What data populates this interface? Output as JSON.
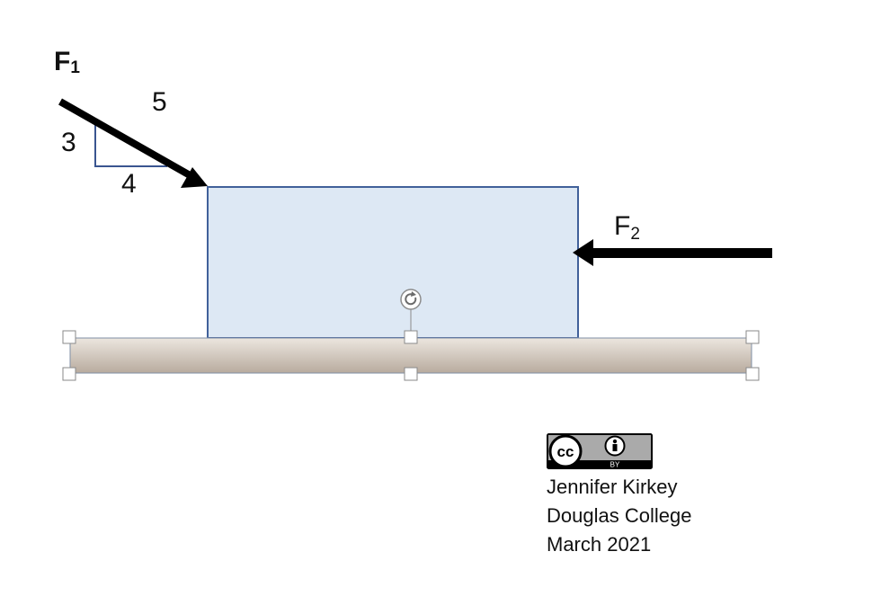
{
  "diagram": {
    "force_labels": {
      "f1": {
        "letter": "F",
        "subscript": "1"
      },
      "f2": {
        "letter": "F",
        "subscript": "2"
      }
    },
    "slope_triangle": {
      "rise": "3",
      "run": "4",
      "hypotenuse": "5"
    },
    "colors": {
      "block_fill": "#dde8f4",
      "block_stroke": "#41619a",
      "floor_top": "#ece6df",
      "floor_bottom": "#b8ab9e",
      "arrow": "#000000",
      "triangle_stroke": "#3a5590"
    },
    "selection_handles": "shown",
    "rotate_handle_icon": "rotate-icon"
  },
  "credit": {
    "license_icon": "cc-by-icon",
    "license_text": "BY",
    "author": "Jennifer Kirkey",
    "institution": "Douglas College",
    "date": "March 2021"
  }
}
